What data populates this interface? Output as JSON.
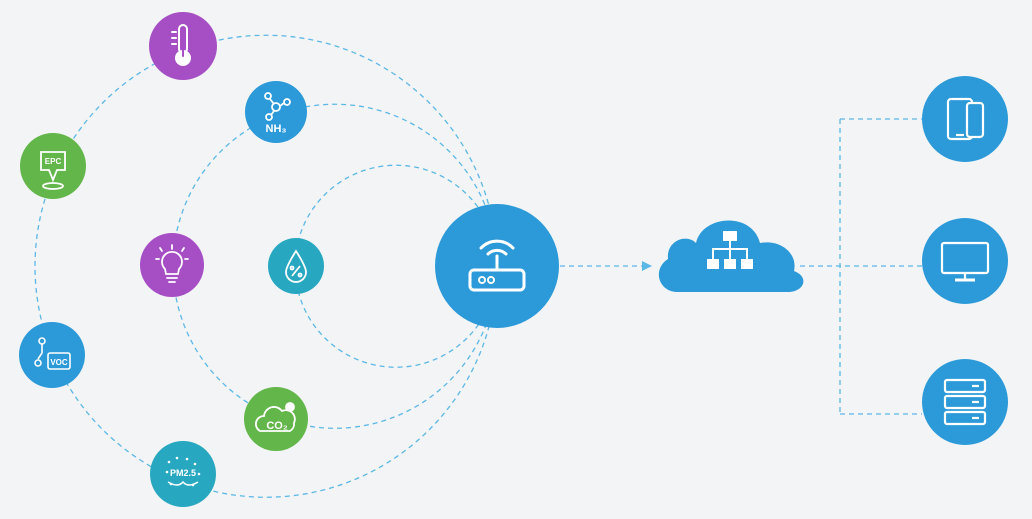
{
  "colors": {
    "background": "#f3f4f5",
    "connector": "#5bb8e6",
    "purple": "#a64fc5",
    "green": "#63b64a",
    "blue": "#2c9ad9",
    "teal": "#27a8c0"
  },
  "sensors": [
    {
      "id": "temperature",
      "icon": "thermometer-icon",
      "color": "purple"
    },
    {
      "id": "ammonia",
      "icon": "molecule-icon",
      "color": "blue",
      "label": "NH₃"
    },
    {
      "id": "formaldehyde",
      "icon": "map-pin-sensor-icon",
      "color": "green",
      "label": "EPC"
    },
    {
      "id": "light",
      "icon": "lightbulb-icon",
      "color": "purple"
    },
    {
      "id": "humidity",
      "icon": "water-drop-percent-icon",
      "color": "teal"
    },
    {
      "id": "voc",
      "icon": "voc-sensor-icon",
      "color": "blue",
      "label": "VOC"
    },
    {
      "id": "co2",
      "icon": "co2-cloud-icon",
      "color": "green",
      "label": "CO₂"
    },
    {
      "id": "pm25",
      "icon": "pm25-particles-icon",
      "color": "teal",
      "label": "PM2.5"
    }
  ],
  "gateway": {
    "icon": "wifi-router-icon",
    "color": "blue"
  },
  "cloud": {
    "icon": "network-hierarchy-icon",
    "color": "blue"
  },
  "endpoints": [
    {
      "id": "mobile",
      "icon": "mobile-devices-icon",
      "color": "blue"
    },
    {
      "id": "desktop",
      "icon": "monitor-icon",
      "color": "blue"
    },
    {
      "id": "server",
      "icon": "server-rack-icon",
      "color": "blue"
    }
  ]
}
